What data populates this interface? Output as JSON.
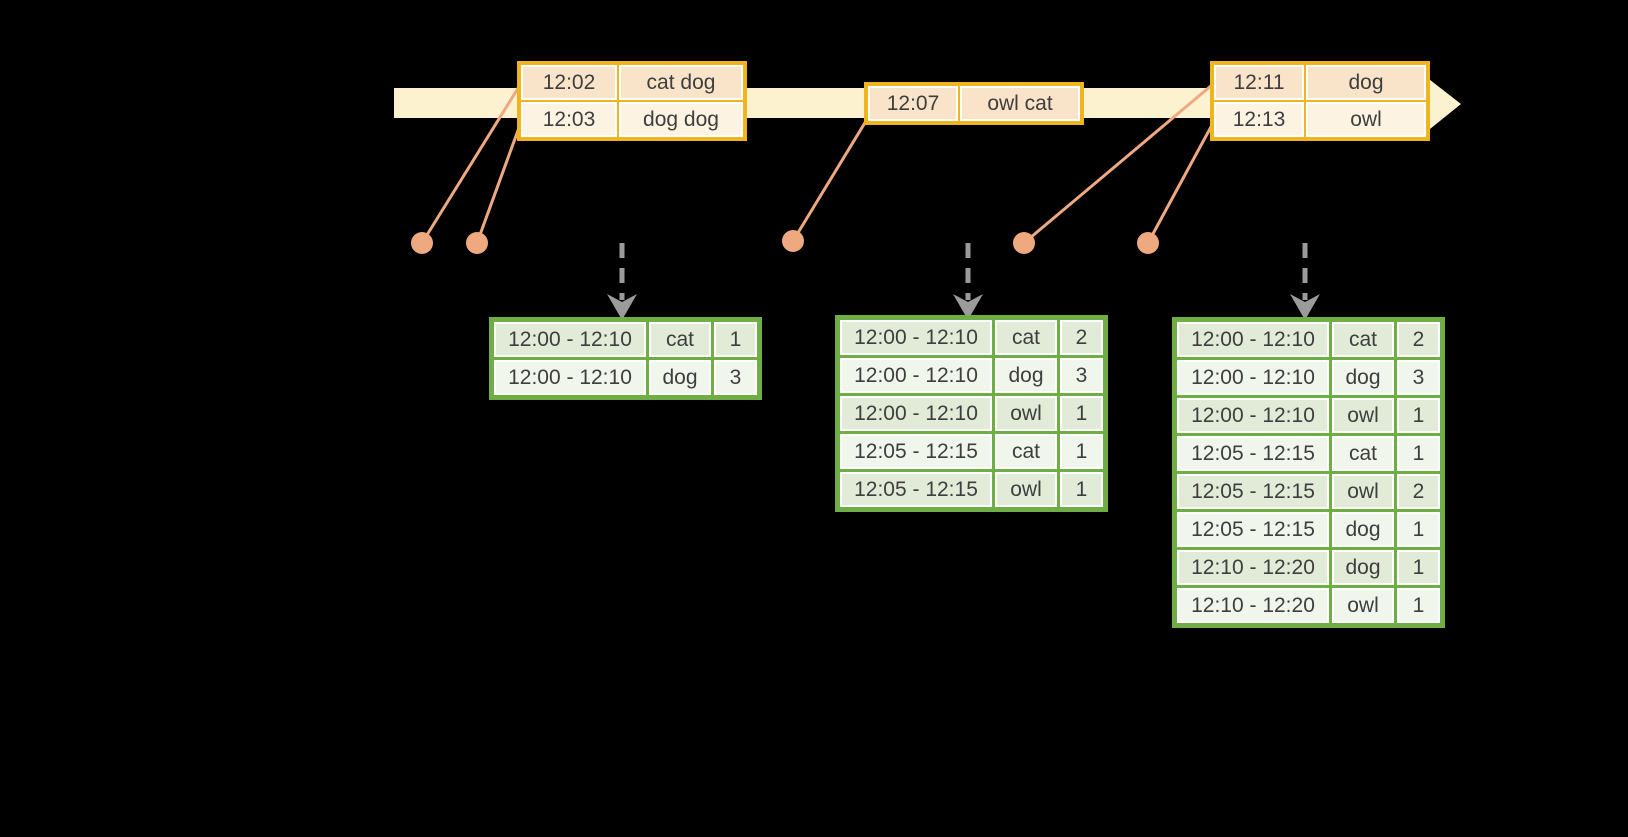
{
  "diagram": {
    "description": "Windowed word-count streaming timeline",
    "colors": {
      "background": "#000000",
      "timeline_fill": "#FDF2CF",
      "event_table_grid": "#F0B41F",
      "event_row_dark": "#FAE4C9",
      "event_row_light": "#FDF3E3",
      "event_dot": "#EFA981",
      "connector_line": "#EFA981",
      "trigger_arrow": "#9B9B9B",
      "result_table_grid": "#6FAE44",
      "result_row_dark": "#E2EBD8",
      "result_row_light": "#F1F6EC",
      "cell_inner_border": "#FFFFFF",
      "text": "#3E3E3E"
    },
    "event_tables": [
      {
        "rows": [
          {
            "time": "12:02",
            "words": "cat dog"
          },
          {
            "time": "12:03",
            "words": "dog dog"
          }
        ]
      },
      {
        "rows": [
          {
            "time": "12:07",
            "words": "owl cat"
          }
        ]
      },
      {
        "rows": [
          {
            "time": "12:11",
            "words": "dog"
          },
          {
            "time": "12:13",
            "words": "owl"
          }
        ]
      }
    ],
    "result_tables": [
      {
        "rows": [
          {
            "window": "12:00 - 12:10",
            "word": "cat",
            "count": 1
          },
          {
            "window": "12:00 - 12:10",
            "word": "dog",
            "count": 3
          }
        ]
      },
      {
        "rows": [
          {
            "window": "12:00 - 12:10",
            "word": "cat",
            "count": 2
          },
          {
            "window": "12:00 - 12:10",
            "word": "dog",
            "count": 3
          },
          {
            "window": "12:00 - 12:10",
            "word": "owl",
            "count": 1
          },
          {
            "window": "12:05 - 12:15",
            "word": "cat",
            "count": 1
          },
          {
            "window": "12:05 - 12:15",
            "word": "owl",
            "count": 1
          }
        ]
      },
      {
        "rows": [
          {
            "window": "12:00 - 12:10",
            "word": "cat",
            "count": 2
          },
          {
            "window": "12:00 - 12:10",
            "word": "dog",
            "count": 3
          },
          {
            "window": "12:00 - 12:10",
            "word": "owl",
            "count": 1
          },
          {
            "window": "12:05 - 12:15",
            "word": "cat",
            "count": 1
          },
          {
            "window": "12:05 - 12:15",
            "word": "owl",
            "count": 2
          },
          {
            "window": "12:05 - 12:15",
            "word": "dog",
            "count": 1
          },
          {
            "window": "12:10 - 12:20",
            "word": "dog",
            "count": 1
          },
          {
            "window": "12:10 - 12:20",
            "word": "owl",
            "count": 1
          }
        ]
      }
    ]
  }
}
